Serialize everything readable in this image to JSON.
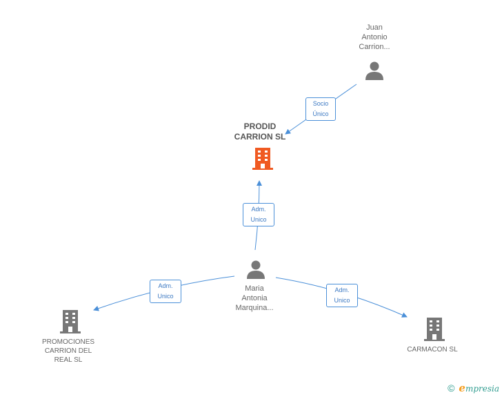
{
  "nodes": {
    "juan": {
      "line1": "Juan",
      "line2": "Antonio",
      "line3": "Carrion..."
    },
    "prodid": {
      "line1": "PRODID",
      "line2": "CARRION SL"
    },
    "maria": {
      "line1": "Maria",
      "line2": "Antonia",
      "line3": "Marquina..."
    },
    "promociones": {
      "line1": "PROMOCIONES",
      "line2": "CARRION DEL",
      "line3": "REAL SL"
    },
    "carmacon": {
      "line1": "CARMACON SL"
    }
  },
  "edges": {
    "socio_unico": {
      "line1": "Socio",
      "line2": "Único"
    },
    "adm_prodid": {
      "line1": "Adm.",
      "line2": "Unico"
    },
    "adm_promociones": {
      "line1": "Adm.",
      "line2": "Unico"
    },
    "adm_carmacon": {
      "line1": "Adm.",
      "line2": "Unico"
    }
  },
  "footer": {
    "copyright": "©",
    "brand_initial": "e",
    "brand_rest": "mpresia"
  },
  "colors": {
    "edge": "#4a8fd8",
    "person": "#777777",
    "company": "#777777",
    "highlight": "#f05a22"
  }
}
